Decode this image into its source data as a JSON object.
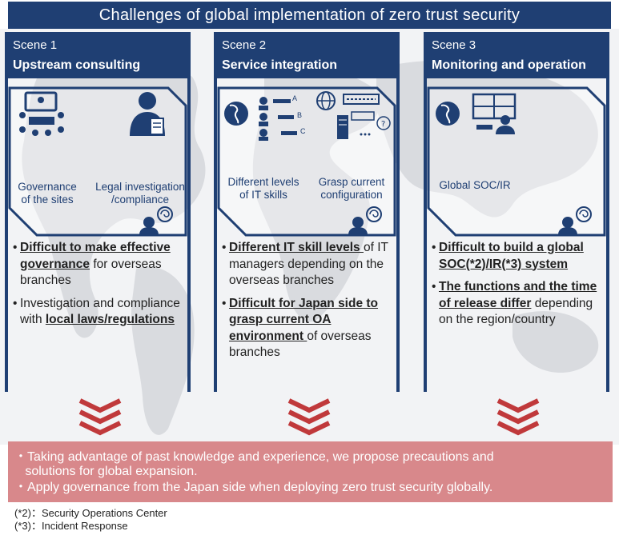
{
  "title": "Challenges of global implementation of zero trust security",
  "colors": {
    "navy": "#1f3f73",
    "pink_box": "#d8888b",
    "arrow_red": "#c0393b",
    "map_gray": "#d9dbdf"
  },
  "scenes": [
    {
      "number": "Scene 1",
      "name": "Upstream consulting",
      "icons": [
        {
          "icon": "meeting-icon",
          "label": "Governance\nof the sites"
        },
        {
          "icon": "legal-person-icon",
          "label": "Legal investigation\n/compliance"
        }
      ],
      "bullets": [
        {
          "parts": [
            {
              "t": "Difficult to make effective governance",
              "s": "bu"
            },
            {
              "t": " for overseas branches",
              "s": ""
            }
          ]
        },
        {
          "parts": [
            {
              "t": "Investigation and compliance with ",
              "s": ""
            },
            {
              "t": "local laws/regulations",
              "s": "bu"
            }
          ]
        }
      ]
    },
    {
      "number": "Scene 2",
      "name": "Service integration",
      "icons": [
        {
          "icon": "skill-levels-icon",
          "label": "Different levels\nof IT skills"
        },
        {
          "icon": "server-network-icon",
          "label": "Grasp current\nconfiguration"
        }
      ],
      "skill_marks": [
        "A",
        "B",
        "C"
      ],
      "bullets": [
        {
          "parts": [
            {
              "t": "Different IT skill levels ",
              "s": "bu"
            },
            {
              "t": "of IT managers depending on the overseas branches",
              "s": ""
            }
          ]
        },
        {
          "parts": [
            {
              "t": "Difficult for Japan side to grasp current OA environment ",
              "s": "bu"
            },
            {
              "t": "of overseas branches",
              "s": ""
            }
          ]
        }
      ]
    },
    {
      "number": "Scene 3",
      "name": "Monitoring and operation",
      "icons": [
        {
          "icon": "soc-monitor-icon",
          "label": "Global SOC/IR"
        }
      ],
      "bullets": [
        {
          "parts": [
            {
              "t": "Difficult to build a global SOC(*2)/IR(*3) system",
              "s": "bu"
            }
          ]
        },
        {
          "parts": [
            {
              "t": "The functions and the time of release differ",
              "s": "bu"
            },
            {
              "t": " depending on the region/country",
              "s": ""
            }
          ]
        }
      ]
    }
  ],
  "solution": {
    "lines": [
      "・Taking advantage of past knowledge and experience, we propose precautions and",
      "   solutions for global expansion.",
      "・Apply governance from the Japan side when deploying zero trust security globally."
    ]
  },
  "notes": [
    "(*2)：Security Operations Center",
    "(*3)：Incident Response"
  ]
}
